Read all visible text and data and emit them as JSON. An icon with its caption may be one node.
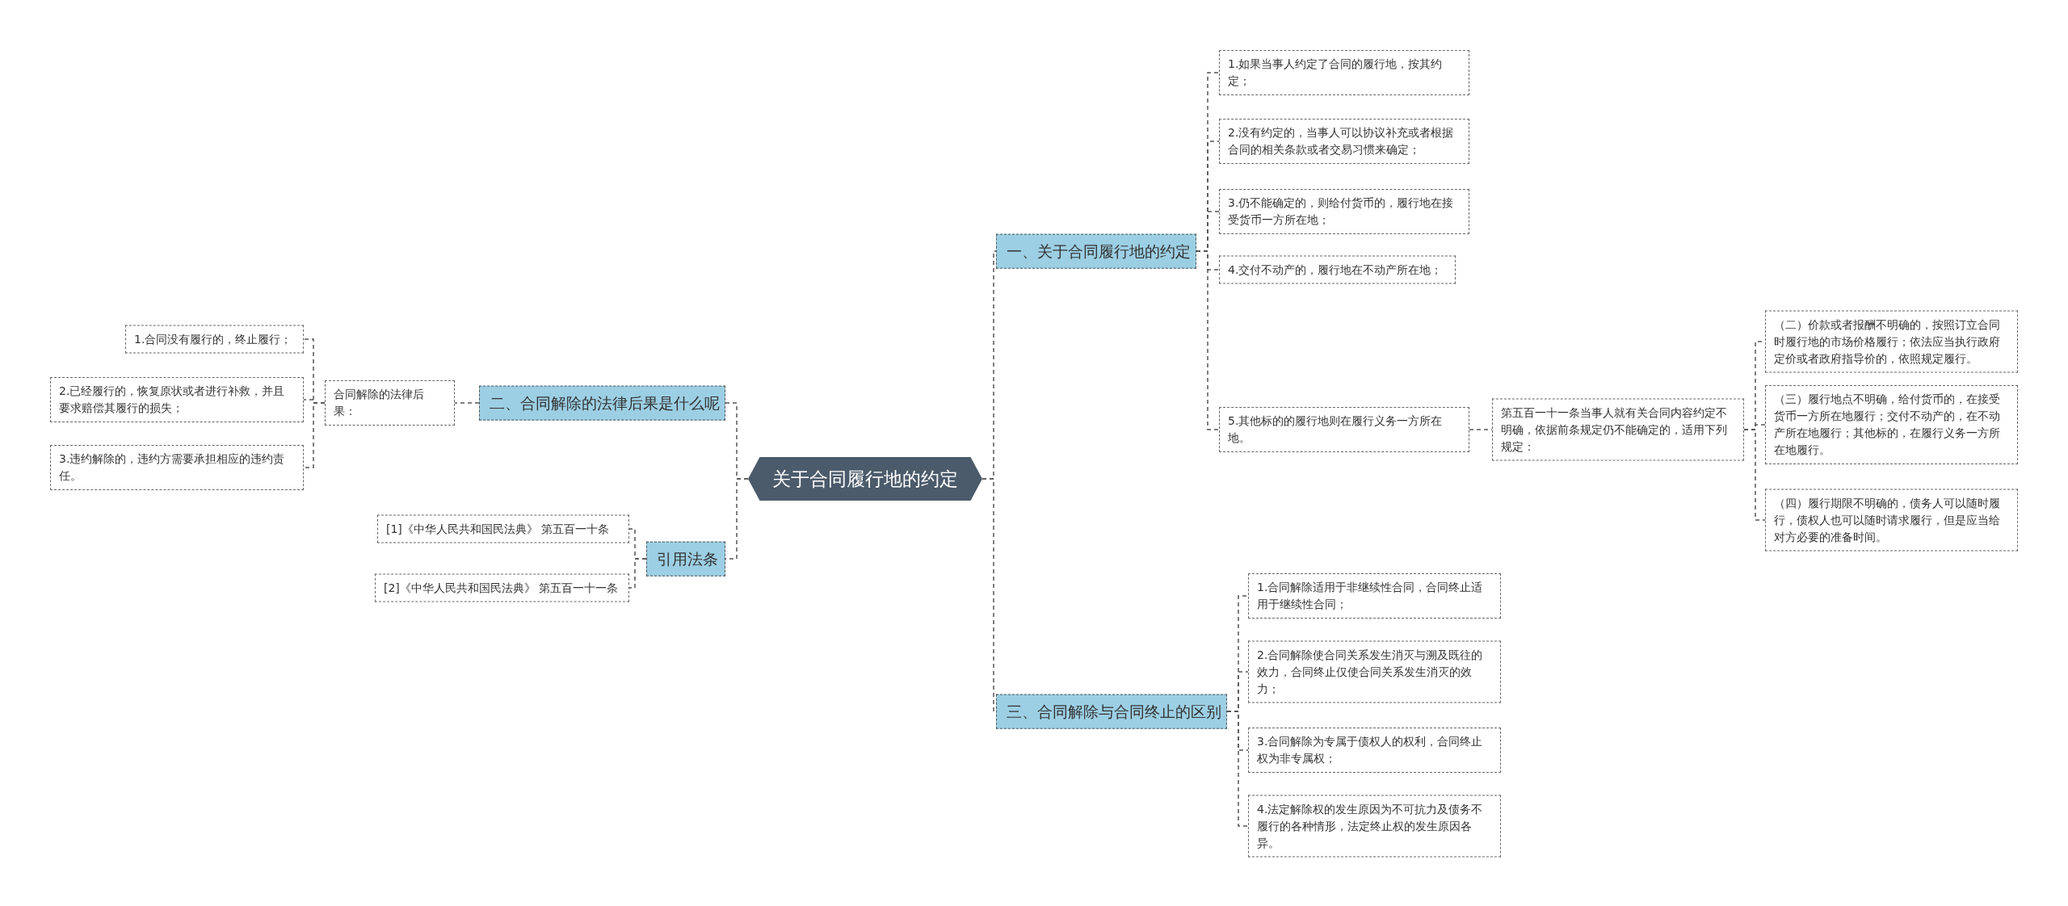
{
  "diagram": {
    "nodes": [
      {
        "text": [
          "关于合同履行地的约定"
        ]
      },
      {
        "text": [
          "二、合同解除的法律后果是什么呢"
        ]
      },
      {
        "text": [
          "合同解除的法律后果："
        ]
      },
      {
        "text": [
          "1.合同没有履行的，终止履行；"
        ]
      },
      {
        "text": [
          "2.已经履行的，恢复原状或者进行补救，并且要求赔偿其履行的损失；"
        ]
      },
      {
        "text": [
          "3.违约解除的，违约方需要承担相应的违约责任。"
        ]
      },
      {
        "text": [
          "引用法条"
        ]
      },
      {
        "text": [
          "[1]《中华人民共和国民法典》 第五百一十条"
        ]
      },
      {
        "text": [
          "[2]《中华人民共和国民法典》 第五百一十一条"
        ]
      },
      {
        "text": [
          "一、关于合同履行地的约定"
        ]
      },
      {
        "text": [
          "1.如果当事人约定了合同的履行地，按其约定；"
        ]
      },
      {
        "text": [
          "2.没有约定的，当事人可以协议补充或者根据合同的相关条款或者交易习惯来确定；"
        ]
      },
      {
        "text": [
          "3.仍不能确定的，则给付货币的，履行地在接受货币一方所在地；"
        ]
      },
      {
        "text": [
          "4.交付不动产的，履行地在不动产所在地；"
        ]
      },
      {
        "text": [
          "5.其他标的的履行地则在履行义务一方所在地。"
        ]
      },
      {
        "text": [
          "第五百一十一条当事人就有关合同内容约定不明确，依据前条规定仍不能确定的，适用下列规定："
        ]
      },
      {
        "text": [
          "（二）价款或者报酬不明确的，按照订立合同时履行地的市场价格履行；依法应当执行政府定价或者政府指导价的，依照规定履行。"
        ]
      },
      {
        "text": [
          "（三）履行地点不明确，给付货币的，在接受货币一方所在地履行；交付不动产的，在不动产所在地履行；其他标的，在履行义务一方所在地履行。"
        ]
      },
      {
        "text": [
          "（四）履行期限不明确的，债务人可以随时履行，债权人也可以随时请求履行，但是应当给对方必要的准备时间。"
        ]
      },
      {
        "text": [
          "三、合同解除与合同终止的区别"
        ]
      },
      {
        "text": [
          "1.合同解除适用于非继续性合同，合同终止适用于继续性合同；"
        ]
      },
      {
        "text": [
          "2.合同解除使合同关系发生消灭与溯及既往的效力，合同终止仅使合同关系发生消灭的效力；"
        ]
      },
      {
        "text": [
          "3.合同解除为专属于债权人的权利，合同终止权为非专属权；"
        ]
      },
      {
        "text": [
          "4.法定解除权的发生原因为不可抗力及债务不履行的各种情形，法定终止权的发生原因各异。"
        ]
      }
    ],
    "edges": [
      {
        "from": 0,
        "to": 1,
        "arrow": "none"
      },
      {
        "from": 1,
        "to": 2,
        "arrow": "none"
      },
      {
        "from": 2,
        "to": 3,
        "arrow": "none"
      },
      {
        "from": 2,
        "to": 4,
        "arrow": "none"
      },
      {
        "from": 2,
        "to": 5,
        "arrow": "none"
      },
      {
        "from": 0,
        "to": 6,
        "arrow": "none"
      },
      {
        "from": 6,
        "to": 7,
        "arrow": "none"
      },
      {
        "from": 6,
        "to": 8,
        "arrow": "none"
      },
      {
        "from": 0,
        "to": 9,
        "arrow": "none"
      },
      {
        "from": 9,
        "to": 10,
        "arrow": "none"
      },
      {
        "from": 9,
        "to": 11,
        "arrow": "none"
      },
      {
        "from": 9,
        "to": 12,
        "arrow": "none"
      },
      {
        "from": 9,
        "to": 13,
        "arrow": "none"
      },
      {
        "from": 9,
        "to": 14,
        "arrow": "none"
      },
      {
        "from": 14,
        "to": 15,
        "arrow": "none"
      },
      {
        "from": 15,
        "to": 16,
        "arrow": "none"
      },
      {
        "from": 15,
        "to": 17,
        "arrow": "none"
      },
      {
        "from": 15,
        "to": 18,
        "arrow": "none"
      },
      {
        "from": 0,
        "to": 19,
        "arrow": "none"
      },
      {
        "from": 19,
        "to": 20,
        "arrow": "none"
      },
      {
        "from": 19,
        "to": 21,
        "arrow": "none"
      },
      {
        "from": 19,
        "to": 22,
        "arrow": "none"
      },
      {
        "from": 19,
        "to": 23,
        "arrow": "none"
      }
    ]
  }
}
